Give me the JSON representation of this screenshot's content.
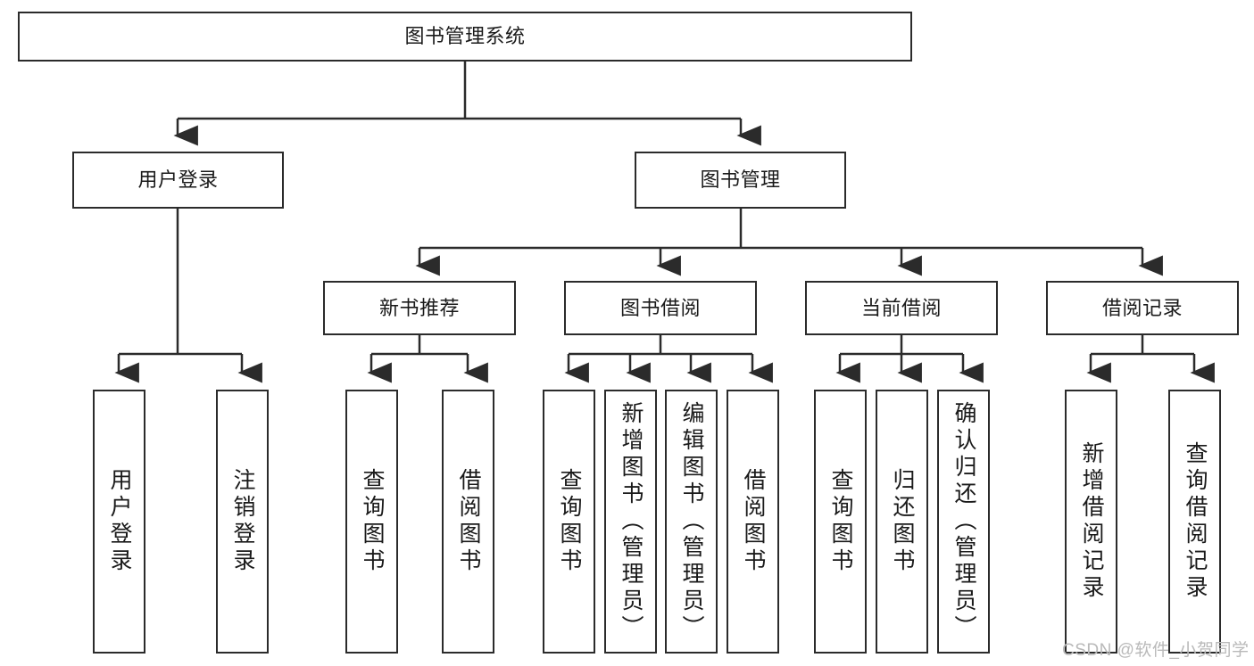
{
  "diagram": {
    "type": "tree-hierarchy",
    "title": "图书管理系统",
    "orientation": "top-down",
    "colors": {
      "box_border": "#2b2b2b",
      "box_fill": "#ffffff",
      "edge": "#2b2b2b",
      "text": "#1a1a1a",
      "watermark": "#b9b9b9",
      "background": "#ffffff"
    }
  },
  "root": {
    "label": "图书管理系统"
  },
  "level2": [
    {
      "label": "用户登录"
    },
    {
      "label": "图书管理"
    }
  ],
  "level3": [
    {
      "label": "新书推荐"
    },
    {
      "label": "图书借阅"
    },
    {
      "label": "当前借阅"
    },
    {
      "label": "借阅记录"
    }
  ],
  "leaves": {
    "user_login": [
      {
        "label": "用户登录"
      },
      {
        "label": "注销登录"
      }
    ],
    "new_book": [
      {
        "label": "查询图书"
      },
      {
        "label": "借阅图书"
      }
    ],
    "book_borrow": [
      {
        "label": "查询图书"
      },
      {
        "label": "新增图书（管理员）"
      },
      {
        "label": "编辑图书（管理员）"
      },
      {
        "label": "借阅图书"
      }
    ],
    "current_borrow": [
      {
        "label": "查询图书"
      },
      {
        "label": "归还图书"
      },
      {
        "label": "确认归还（管理员）"
      }
    ],
    "borrow_record": [
      {
        "label": "新增借阅记录"
      },
      {
        "label": "查询借阅记录"
      }
    ]
  },
  "watermark": {
    "text": "CSDN @软件_小贺同学"
  }
}
